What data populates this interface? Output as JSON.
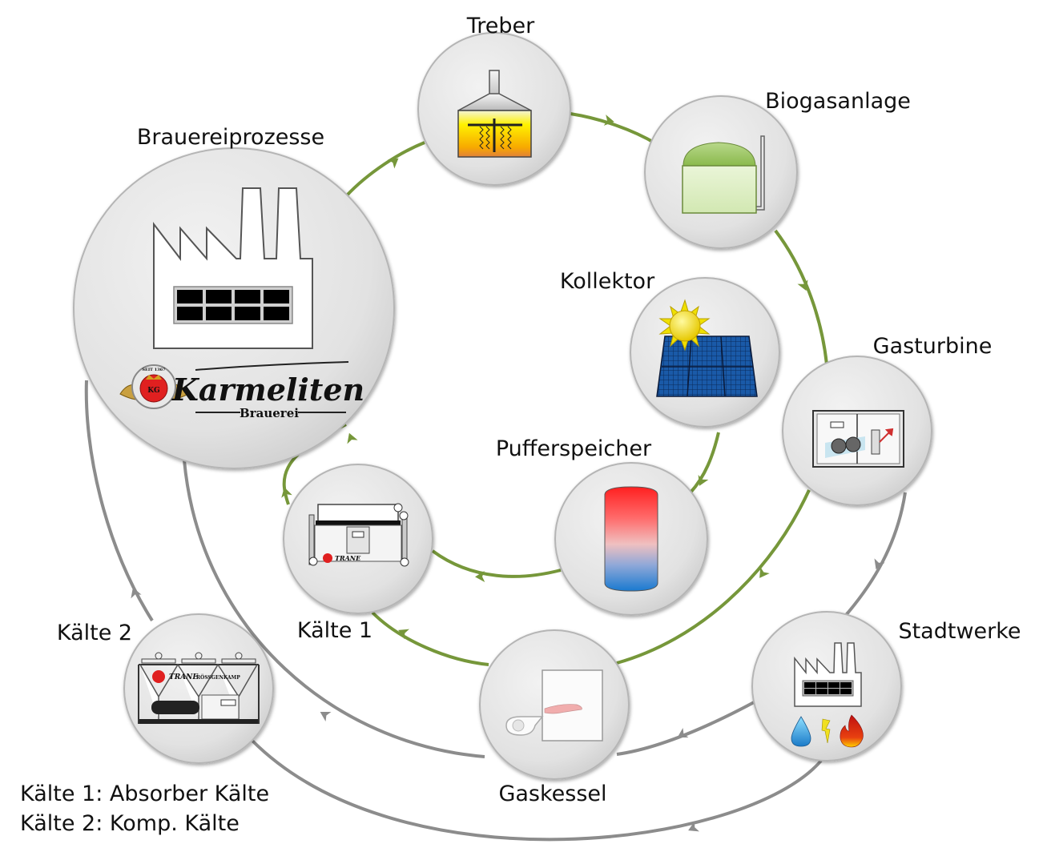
{
  "colors": {
    "green_flow": "#76973a",
    "gray_flow": "#8c8c8c",
    "node_fill": "#e3e3e3",
    "node_edge": "#b5b5b5"
  },
  "nodes": {
    "brauerei": {
      "label": "Brauereiprozesse",
      "icon": "factory-icon",
      "logo_name": "Karmeliten",
      "logo_sub": "Brauerei",
      "logo_seal_text": "SEIT 1367",
      "logo_monogram": "KG"
    },
    "treber": {
      "label": "Treber",
      "icon": "mash-tun-icon"
    },
    "biogas": {
      "label": "Biogasanlage",
      "icon": "biogas-tank-icon"
    },
    "kollektor": {
      "label": "Kollektor",
      "icon": "solar-collector-icon"
    },
    "gasturbine": {
      "label": "Gasturbine",
      "icon": "gas-turbine-icon"
    },
    "puffer": {
      "label": "Pufferspeicher",
      "icon": "buffer-tank-icon"
    },
    "kaelte1": {
      "label": "Kälte 1",
      "icon": "absorption-chiller-icon",
      "brand": "TRANE"
    },
    "kaelte2": {
      "label": "Kälte 2",
      "icon": "compression-chiller-icon",
      "brand": "TRANE",
      "brand_suffix": "RÖSSGENKAMP"
    },
    "gaskessel": {
      "label": "Gaskessel",
      "icon": "gas-boiler-icon"
    },
    "stadtwerke": {
      "label": "Stadtwerke",
      "icon": "utility-plant-icon",
      "sub_icons": [
        "water-drop-icon",
        "lightning-icon",
        "flame-icon"
      ]
    }
  },
  "flows": [
    {
      "from": "Brauereiprozesse",
      "to": "Treber",
      "type": "green"
    },
    {
      "from": "Treber",
      "to": "Biogasanlage",
      "type": "green"
    },
    {
      "from": "Biogasanlage",
      "to": "Gasturbine",
      "type": "green"
    },
    {
      "from": "Gasturbine",
      "to": "Gaskessel",
      "type": "green"
    },
    {
      "from": "Gaskessel",
      "to": "Kälte 1",
      "type": "green"
    },
    {
      "from": "Kälte 1",
      "to": "Brauereiprozesse",
      "type": "green"
    },
    {
      "from": "Kollektor",
      "to": "Pufferspeicher",
      "type": "green"
    },
    {
      "from": "Pufferspeicher",
      "to": "Kälte 1",
      "type": "green"
    },
    {
      "from": "Gasturbine",
      "to": "Stadtwerke",
      "type": "gray"
    },
    {
      "from": "Stadtwerke",
      "to": "Gaskessel",
      "type": "gray"
    },
    {
      "from": "Gaskessel",
      "to": "Brauereiprozesse",
      "type": "gray"
    },
    {
      "from": "Stadtwerke",
      "to": "Kälte 2",
      "type": "gray"
    },
    {
      "from": "Kälte 2",
      "to": "Brauereiprozesse",
      "type": "gray"
    }
  ],
  "legend": {
    "line1": "Kälte 1: Absorber Kälte",
    "line2": "Kälte 2: Komp. Kälte"
  }
}
